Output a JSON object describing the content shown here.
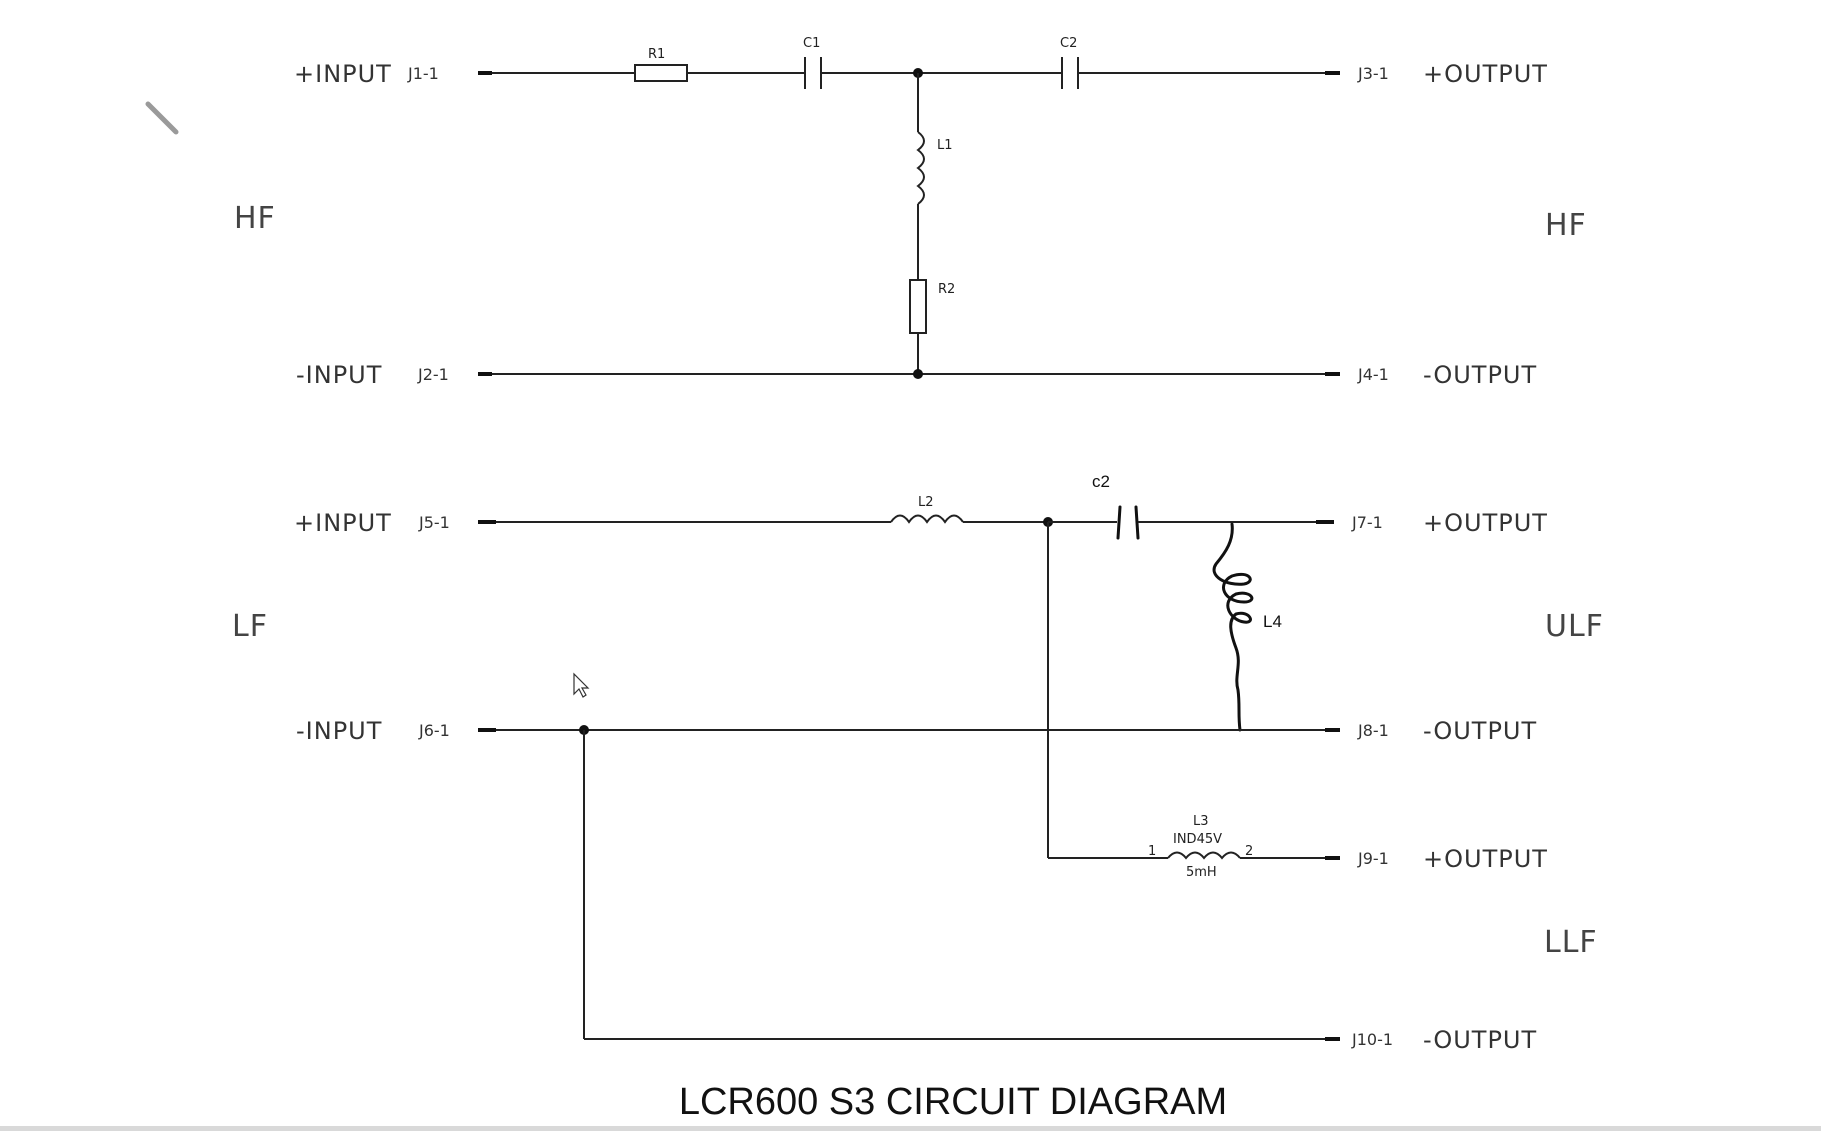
{
  "title": "LCR600 S3 CIRCUIT DIAGRAM",
  "sections": {
    "hf_left": "HF",
    "hf_right": "HF",
    "lf_left": "LF",
    "ulf_right": "ULF",
    "llf_right": "LLF"
  },
  "terminals": {
    "in_pos_hf": "+INPUT",
    "in_neg_hf": "-INPUT",
    "in_pos_lf": "+INPUT",
    "in_neg_lf": "-INPUT",
    "out_pos_hf": "+OUTPUT",
    "out_neg_hf": "-OUTPUT",
    "out_pos_ulf": "+OUTPUT",
    "out_neg_ulf": "-OUTPUT",
    "out_pos_llf": "+OUTPUT",
    "out_neg_llf": "-OUTPUT"
  },
  "connectors": {
    "j1": "J1-1",
    "j2": "J2-1",
    "j3": "J3-1",
    "j4": "J4-1",
    "j5": "J5-1",
    "j6": "J6-1",
    "j7": "J7-1",
    "j8": "J8-1",
    "j9": "J9-1",
    "j10": "J10-1"
  },
  "components": {
    "r1": "R1",
    "c1": "C1",
    "c2_hf": "C2",
    "l1": "L1",
    "r2": "R2",
    "l2": "L2",
    "c2_lf": "c2",
    "l4": "L4",
    "l3": "L3",
    "l3_part": "IND45V",
    "l3_value": "5mH",
    "l3_pin1": "1",
    "l3_pin2": "2"
  }
}
